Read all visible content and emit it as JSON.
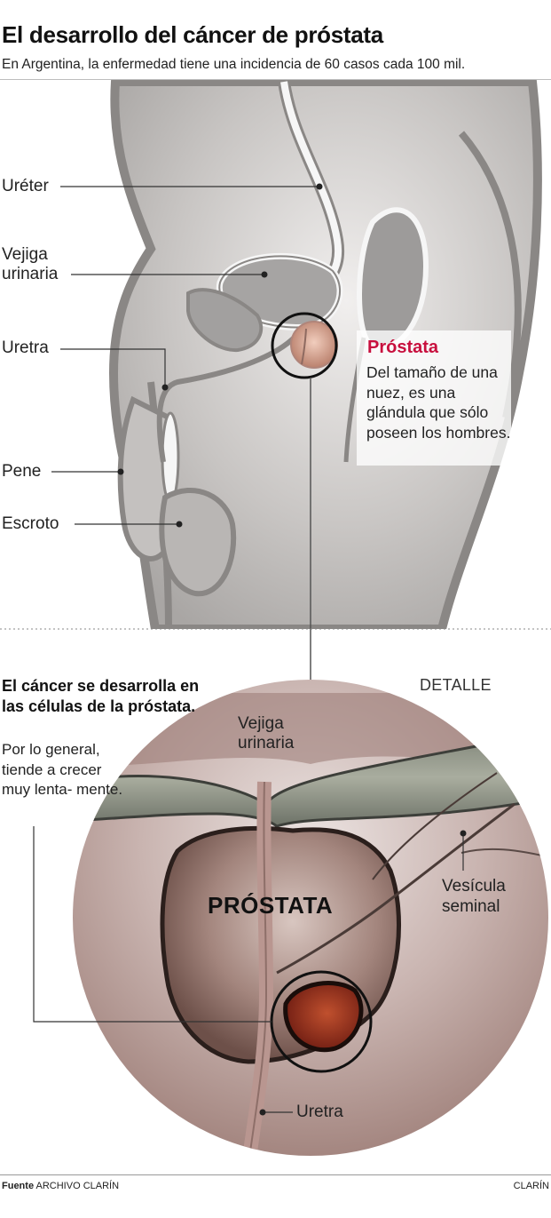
{
  "header": {
    "title": "El desarrollo del cáncer de próstata",
    "subtitle": "En Argentina, la enfermedad tiene una incidencia de 60 casos cada 100 mil."
  },
  "anatomy": {
    "labels": {
      "ureter": "Uréter",
      "vejiga_line1": "Vejiga",
      "vejiga_line2": "urinaria",
      "uretra": "Uretra",
      "pene": "Pene",
      "escroto": "Escroto"
    },
    "callout": {
      "title": "Próstata",
      "text": "Del tamaño de una nuez, es una glándula que sólo poseen los hombres."
    }
  },
  "detail": {
    "heading": "El cáncer se desarrolla en las células de la próstata.",
    "text": "Por lo general, tiende a crecer muy lenta- mente.",
    "tag": "DETALLE",
    "organ_label": "PRÓSTATA",
    "labels": {
      "vejiga_line1": "Vejiga",
      "vejiga_line2": "urinaria",
      "vesicula_line1": "Vesícula",
      "vesicula_line2": "seminal",
      "uretra": "Uretra"
    }
  },
  "footer": {
    "source_label": "Fuente",
    "source": "ARCHIVO CLARÍN",
    "brand": "CLARÍN"
  },
  "colors": {
    "accent": "#c8103e",
    "body_fill": "#c9c6c4",
    "body_outline": "#7d7a78",
    "tumor": "#8a2a1c",
    "prostate_tissue": "#7a6058"
  }
}
